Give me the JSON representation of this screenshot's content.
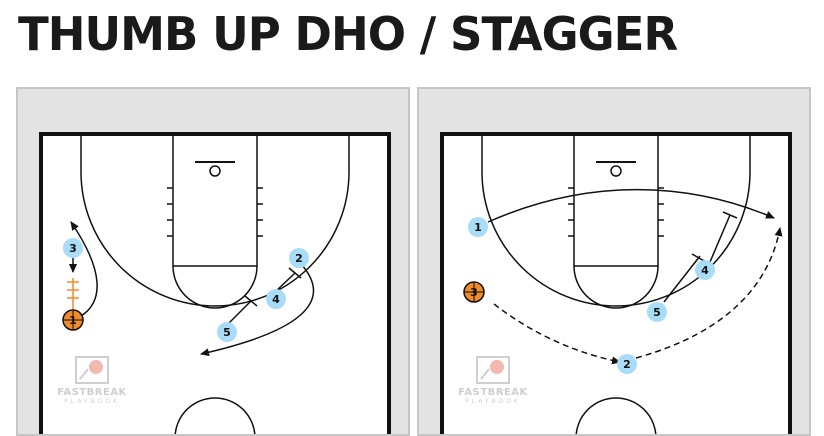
{
  "title": "THUMB UP DHO / STAGGER",
  "colors": {
    "background": "#ffffff",
    "panel": "#e3e3e3",
    "court": "#ffffff",
    "lines": "#111111",
    "player_circle": "#a9dcf7",
    "ball": "#f08a2a",
    "handoff": "#f08a2a",
    "watermark": "#cfcfcf"
  },
  "watermark": {
    "brand_name": "FASTBREAK",
    "brand_sub": "PLAYBOOK"
  },
  "diagrams": [
    {
      "players": [
        {
          "label": "3",
          "ball": false
        },
        {
          "label": "1",
          "ball": true
        },
        {
          "label": "2",
          "ball": false
        },
        {
          "label": "4",
          "ball": false
        },
        {
          "label": "5",
          "ball": false
        }
      ],
      "actions": [
        "handoff 3 to 1",
        "dribble 1",
        "cut 2",
        "screen 4",
        "screen 5"
      ]
    },
    {
      "players": [
        {
          "label": "1",
          "ball": false
        },
        {
          "label": "3",
          "ball": true
        },
        {
          "label": "2",
          "ball": false
        },
        {
          "label": "4",
          "ball": false
        },
        {
          "label": "5",
          "ball": false
        }
      ],
      "actions": [
        "cut 1",
        "pass 3 to 2",
        "pass 2",
        "screen 4",
        "screen 5"
      ]
    }
  ]
}
